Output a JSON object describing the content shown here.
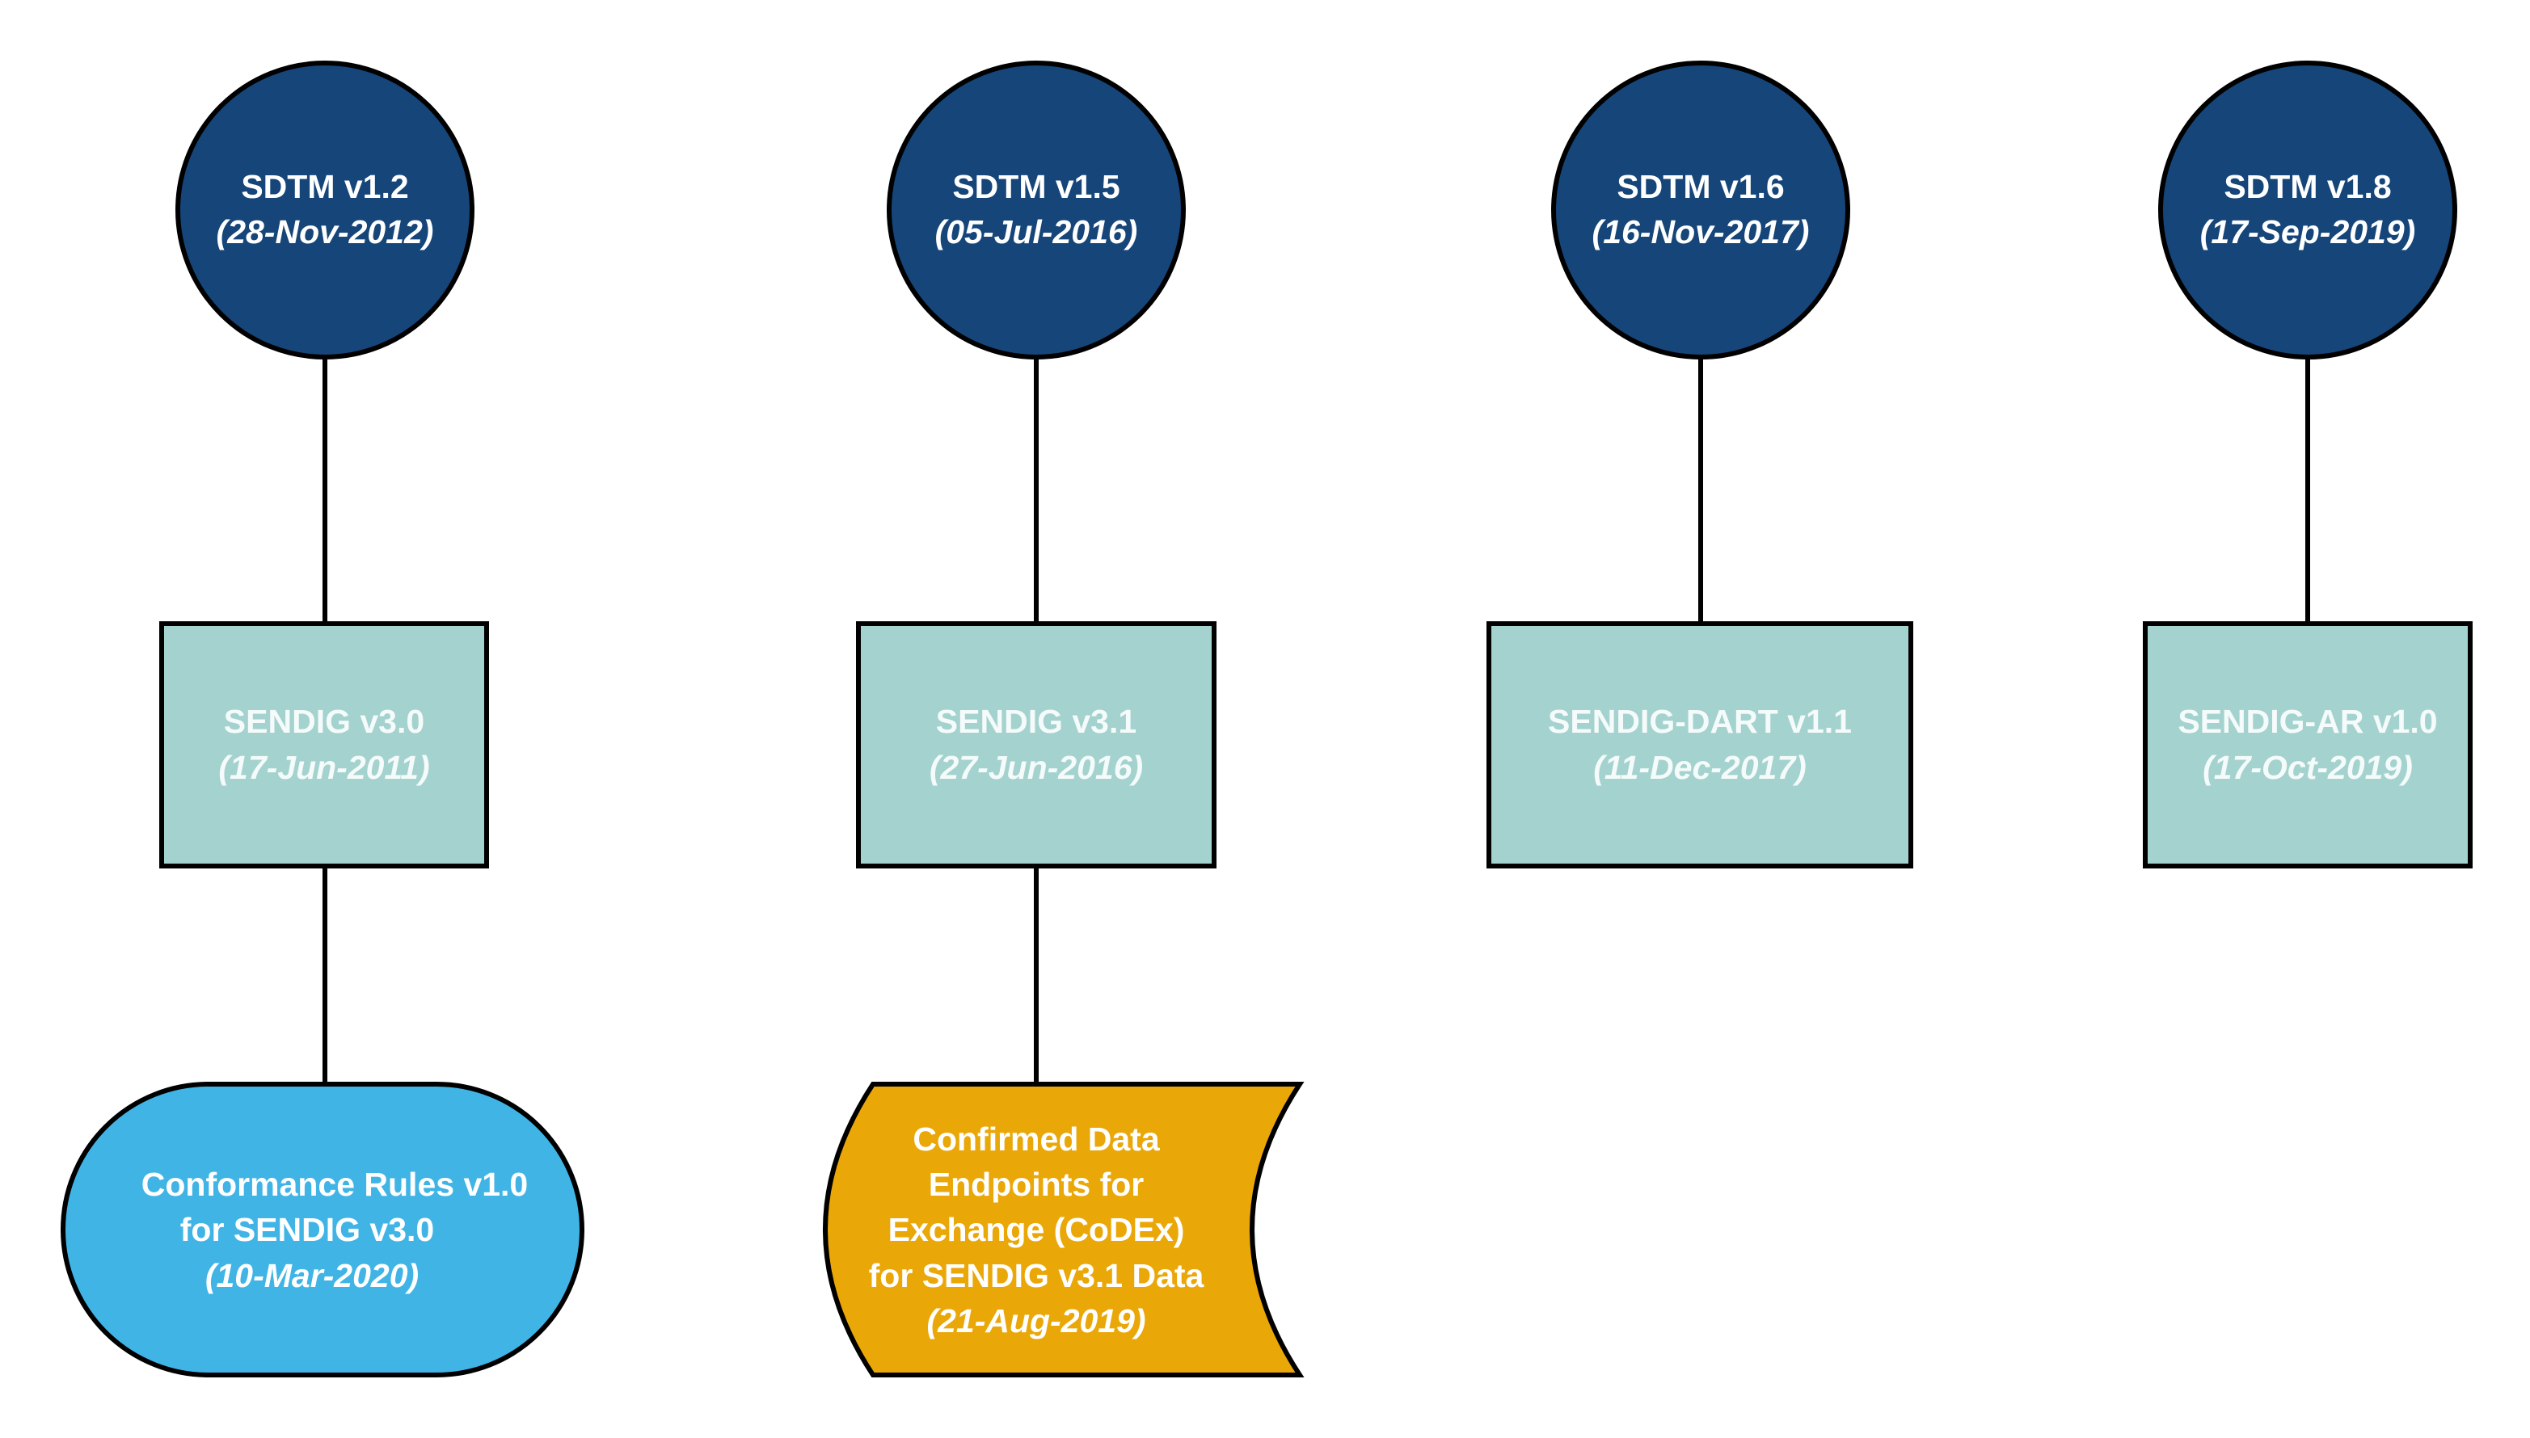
{
  "colors": {
    "sdtm_circle": "#154579",
    "sendig_box": "#a4d2ce",
    "rules_pill": "#41b4e6",
    "codex_shape": "#eaa708",
    "stroke": "#000000",
    "text": "#ffffff"
  },
  "sdtm": [
    {
      "name": "SDTM v1.2",
      "date": "(28-Nov-2012)"
    },
    {
      "name": "SDTM v1.5",
      "date": "(05-Jul-2016)"
    },
    {
      "name": "SDTM v1.6",
      "date": "(16-Nov-2017)"
    },
    {
      "name": "SDTM v1.8",
      "date": "(17-Sep-2019)"
    }
  ],
  "sendig": [
    {
      "name": "SENDIG v3.0",
      "date": "(17-Jun-2011)"
    },
    {
      "name": "SENDIG v3.1",
      "date": "(27-Jun-2016)"
    },
    {
      "name": "SENDIG-DART v1.1",
      "date": "(11-Dec-2017)"
    },
    {
      "name": "SENDIG-AR v1.0",
      "date": "(17-Oct-2019)"
    }
  ],
  "conformance_rules": {
    "line1": "Conformance Rules  v1.0",
    "line2": "for SENDIG v3.0",
    "date": "(10-Mar-2020)"
  },
  "codex": {
    "line1": "Confirmed Data",
    "line2": "Endpoints for",
    "line3": "Exchange (CoDEx)",
    "line4": "for SENDIG v3.1 Data",
    "date": "(21-Aug-2019)"
  }
}
